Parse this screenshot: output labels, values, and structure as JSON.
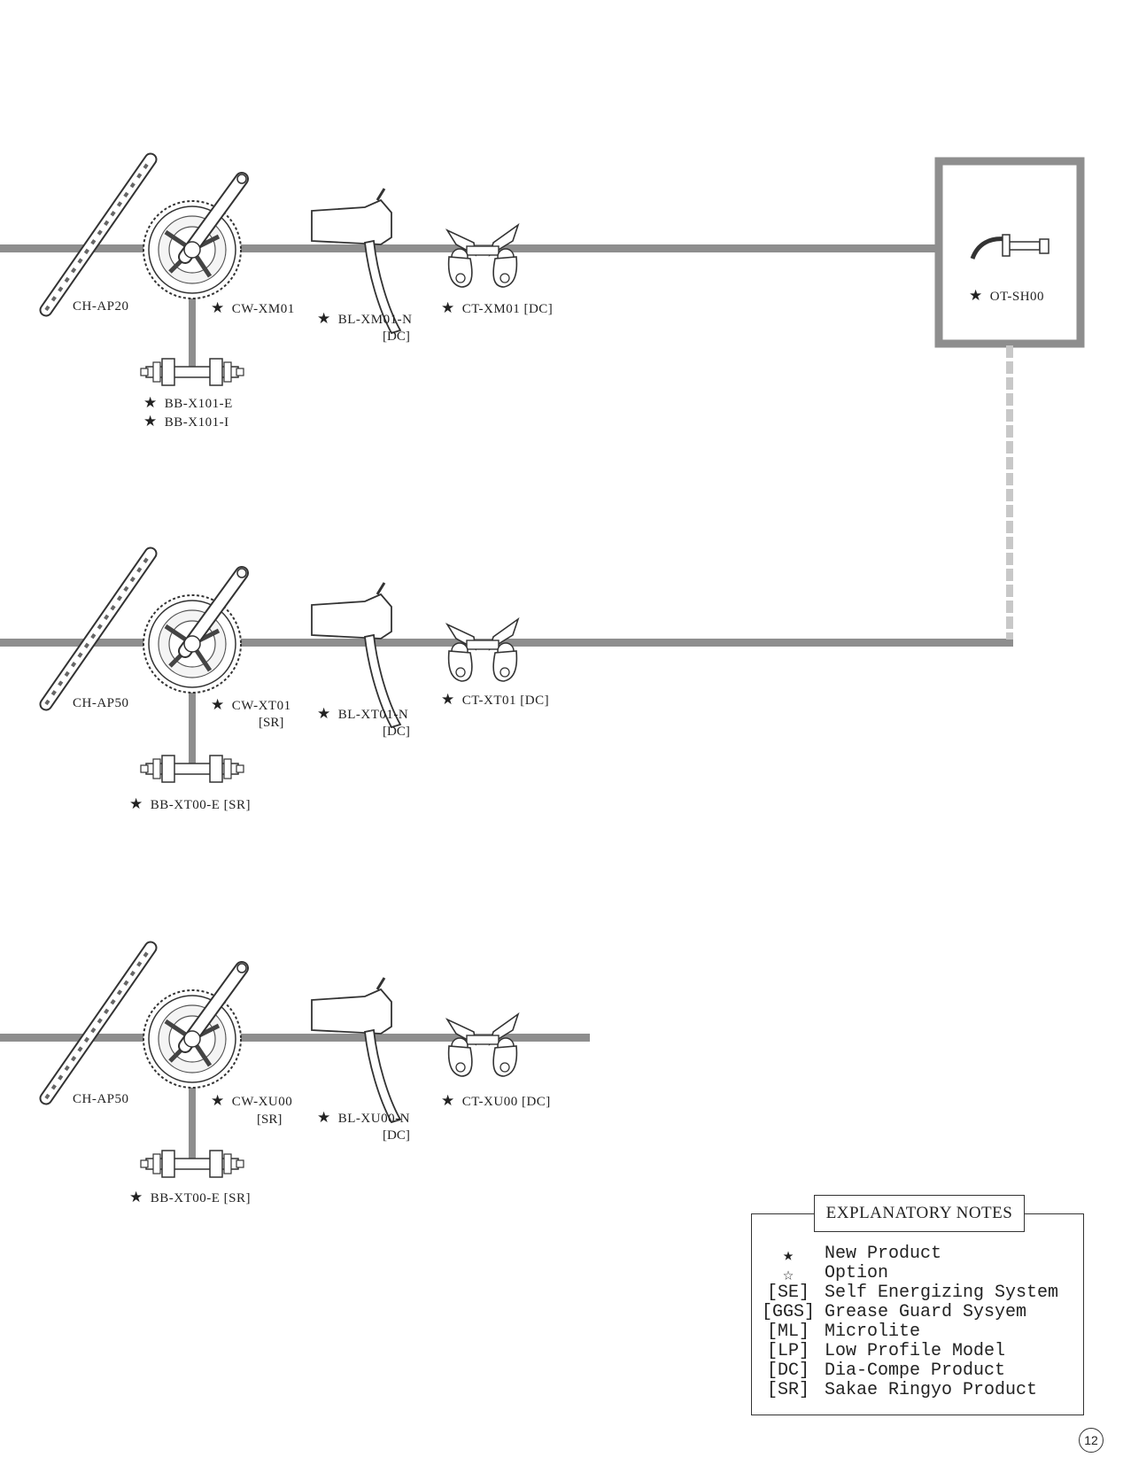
{
  "rows": [
    {
      "chain": "CH-AP20",
      "crank": {
        "star": "★",
        "model": "CW-XM01",
        "sub": ""
      },
      "lever": {
        "star": "★",
        "model": "BL-XM01-N",
        "sub": "[DC]"
      },
      "brake": {
        "star": "★",
        "model": "CT-XM01 [DC]"
      },
      "bb": [
        {
          "star": "★",
          "model": "BB-X101-E"
        },
        {
          "star": "★",
          "model": "BB-X101-I"
        }
      ]
    },
    {
      "chain": "CH-AP50",
      "crank": {
        "star": "★",
        "model": "CW-XT01",
        "sub": "[SR]"
      },
      "lever": {
        "star": "★",
        "model": "BL-XT01-N",
        "sub": "[DC]"
      },
      "brake": {
        "star": "★",
        "model": "CT-XT01 [DC]"
      },
      "bb": [
        {
          "star": "★",
          "model": "BB-XT00-E [SR]"
        }
      ]
    },
    {
      "chain": "CH-AP50",
      "crank": {
        "star": "★",
        "model": "CW-XU00",
        "sub": "[SR]"
      },
      "lever": {
        "star": "★",
        "model": "BL-XU00-N",
        "sub": "[DC]"
      },
      "brake": {
        "star": "★",
        "model": "CT-XU00 [DC]"
      },
      "bb": [
        {
          "star": "★",
          "model": "BB-XT00-E [SR]"
        }
      ]
    }
  ],
  "option_box": {
    "star": "★",
    "model": "OT-SH00"
  },
  "notes": {
    "title": "EXPLANATORY NOTES",
    "items": [
      {
        "symbol": "★",
        "text": "New Product"
      },
      {
        "symbol": "☆",
        "text": "Option"
      },
      {
        "symbol": "[SE]",
        "text": "Self Energizing System"
      },
      {
        "symbol": "[GGS]",
        "text": "Grease Guard Sysyem"
      },
      {
        "symbol": "[ML]",
        "text": "Microlite"
      },
      {
        "symbol": "[LP]",
        "text": "Low Profile Model"
      },
      {
        "symbol": "[DC]",
        "text": "Dia-Compe Product"
      },
      {
        "symbol": "[SR]",
        "text": "Sakae Ringyo Product"
      }
    ]
  },
  "page_number": "12",
  "colors": {
    "bar": "#8e8e8e",
    "ink": "#333333",
    "dash": "#c8c8c8"
  }
}
